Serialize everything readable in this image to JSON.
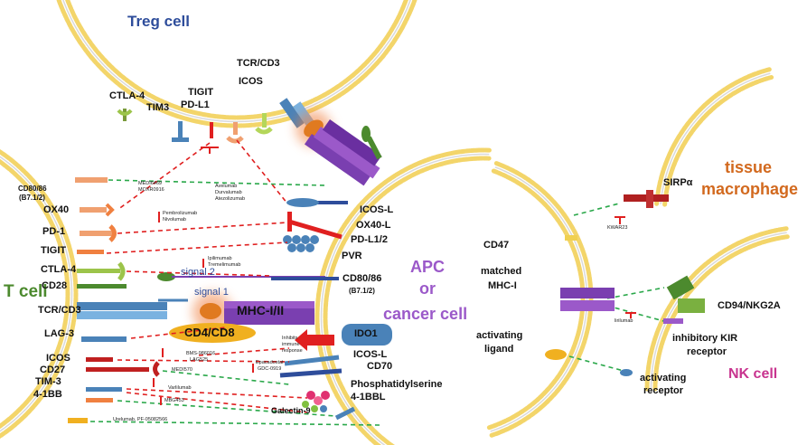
{
  "cells": {
    "treg": "Treg cell",
    "tcell": "T cell",
    "apc": [
      "APC",
      "or",
      "cancer cell"
    ],
    "macrophage": [
      "tissue",
      "macrophage"
    ],
    "nk": "NK cell"
  },
  "treg_receptors": [
    "CTLA-4",
    "TIM3",
    "TIGIT",
    "PD-L1",
    "ICOS",
    "TCR/CD3"
  ],
  "tcell_receptors": [
    "CD80/86",
    "(B7.1/2)",
    "OX40",
    "PD-1",
    "TIGIT",
    "CTLA-4",
    "CD28",
    "TCR/CD3",
    "LAG-3",
    "ICOS",
    "CD27",
    "TIM-3",
    "4-1BB"
  ],
  "apc_ligands": [
    "ICOS-L",
    "OX40-L",
    "PD-L1/2",
    "PVR",
    "CD80/86",
    "(B7.1/2)",
    "IDO1",
    "ICOS-L",
    "CD70",
    "Phosphatidylserine",
    "4-1BBL",
    "Galectin-9"
  ],
  "center_labels": {
    "signal1": "signal 1",
    "signal2": "signal 2",
    "mhc": "MHC-I/II",
    "cd4cd8": "CD4/CD8",
    "inhibits": [
      "Inhibits",
      "immune",
      "response"
    ]
  },
  "drugs": {
    "medi6469": [
      "MEDI6469",
      "MOXR0916"
    ],
    "avelumab": [
      "Avelumab",
      "Durvalumab",
      "Atezolizumab"
    ],
    "pembro": [
      "Pembrolizumab",
      "Nivolumab"
    ],
    "ipi": [
      "Ipilimumab",
      "Tremelimumab"
    ],
    "bms": [
      "BMS-986016",
      "LAG525"
    ],
    "epac": [
      "Epacadostat",
      "GDC-0919"
    ],
    "medi570": "MEDI570",
    "varlilumab": "Varlilumab",
    "mbg453": "MBG453",
    "urelumab": "Urelumab, PF-05082566",
    "kwar23": "KWAR23",
    "lirilumab": "lirilumab"
  },
  "nk_side": {
    "cd47": "CD47",
    "mhc1": [
      "matched",
      "MHC-I"
    ],
    "activating_ligand": [
      "activating",
      "ligand"
    ],
    "sirpa": "SIRPα",
    "cd94": "CD94/NKG2A",
    "inhibitory_kir": [
      "inhibitory KIR",
      "receptor"
    ],
    "activating_receptor": [
      "activating",
      "receptor"
    ]
  },
  "colors": {
    "membrane": "#f3d56a",
    "treg_title": "#2e4d9b",
    "tcell_title": "#4c8a2e",
    "apc_title": "#9b59c9",
    "macrophage_title": "#d2691e",
    "nk_title": "#c8348f",
    "inhibit_line": "#e02020",
    "activate_line": "#2aa84a"
  }
}
